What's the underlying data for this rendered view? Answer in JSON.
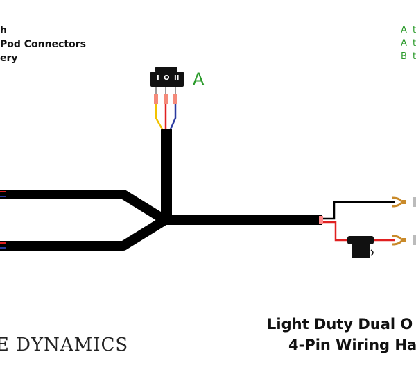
{
  "legend_left": [
    "h",
    "Pod Connectors",
    "ery"
  ],
  "legend_right": [
    "A t",
    "A t",
    "B t"
  ],
  "switch": {
    "label": "A",
    "positions": [
      "I",
      "O",
      "II"
    ]
  },
  "brand": "DE DYNAMICS",
  "title": {
    "line1": "Light Duty Dual O",
    "line2": "4-Pin Wiring Ha"
  },
  "colors": {
    "harness": "#000000",
    "label_green": "#2a9a2a",
    "wire_red": "#e02020",
    "wire_yellow": "#f2c200",
    "wire_blue": "#2a3aa0",
    "connector_salmon": "#f48a7a",
    "terminal_gold": "#c98a2a"
  }
}
